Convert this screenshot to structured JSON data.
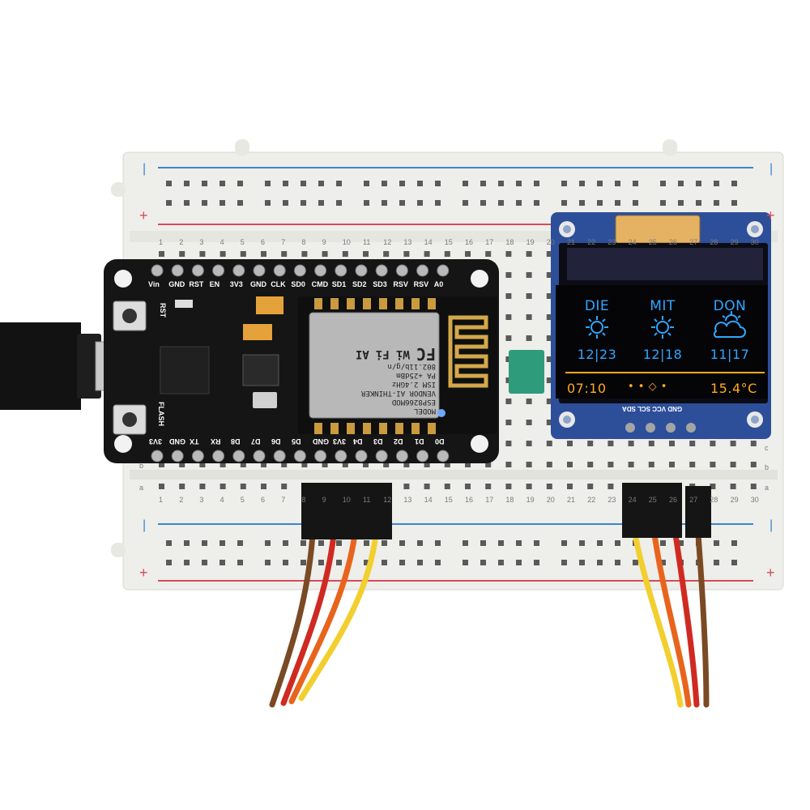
{
  "oled": {
    "days": [
      {
        "name": "DIE",
        "icon": "sun-icon",
        "temps": "12|23"
      },
      {
        "name": "MIT",
        "icon": "sun-icon",
        "temps": "12|18"
      },
      {
        "name": "DON",
        "icon": "cloud-sun-icon",
        "temps": "11|17"
      }
    ],
    "time": "07:10",
    "page_indicator": "• • ◇ •",
    "current_temp": "15.4°C",
    "header_pins": "GND VCC SCL SDA"
  },
  "nodemcu": {
    "top_pins": [
      "Vin",
      "GND",
      "RST",
      "EN",
      "3V3",
      "GND",
      "CLK",
      "SD0",
      "CMD",
      "SD1",
      "SD2",
      "SD3",
      "RSV",
      "RSV",
      "A0"
    ],
    "bottom_pins": [
      "3V3",
      "GND",
      "TX",
      "RX",
      "D8",
      "D7",
      "D6",
      "D5",
      "GND",
      "3V3",
      "D4",
      "D3",
      "D2",
      "D1",
      "D0"
    ],
    "rst_label": "RST",
    "flash_label": "FLASH",
    "module": {
      "model": "MODEL",
      "part": "ESP8266MOD",
      "vendor": "VENDOR AI-THINKER",
      "ism": "ISM 2.4GHz",
      "pa": "PA +25dBm",
      "std": "802.11b/g/n",
      "fc": "FC",
      "wifi": "Wi Fi",
      "ai": "AI"
    }
  },
  "breadboard": {
    "row_letters_left": [
      "a",
      "b"
    ],
    "row_letters_right": [
      "a",
      "b",
      "c"
    ],
    "column_numbers": [
      "1",
      "2",
      "3",
      "4",
      "5",
      "6",
      "7",
      "8",
      "9",
      "10",
      "11",
      "12",
      "13",
      "14",
      "15",
      "16",
      "17",
      "18",
      "19",
      "20",
      "21",
      "22",
      "23",
      "24",
      "25",
      "26",
      "27",
      "28",
      "29",
      "30"
    ],
    "rail_minus": "|",
    "rail_plus": "+"
  },
  "colors": {
    "oled_blue": "#2fa6ff",
    "oled_yellow": "#ffab1a",
    "pcb": "#141414",
    "oled_pcb": "#2d4f9a",
    "wire_brown": "#7a4a24",
    "wire_red": "#cf2a22",
    "wire_orange": "#e8641c",
    "wire_yellow": "#f2cf2e"
  }
}
